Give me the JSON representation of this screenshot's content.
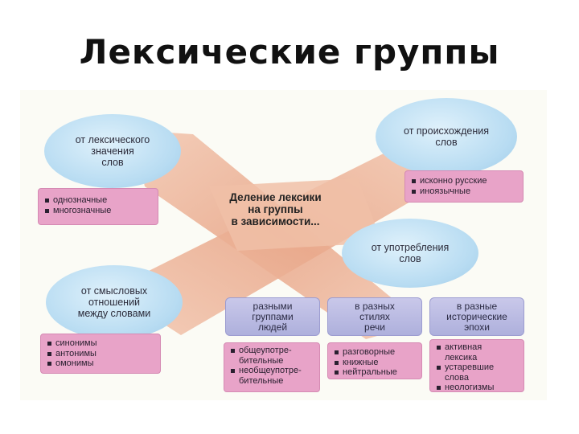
{
  "title": "Лексические группы",
  "diagram": {
    "center": [
      "Деление лексики",
      "на группы",
      "в зависимости..."
    ],
    "meaning": {
      "oval": [
        "от лексического",
        "значения",
        "слов"
      ],
      "items": [
        "однозначные",
        "многозначные"
      ]
    },
    "origin": {
      "oval": [
        "от происхождения",
        "слов"
      ],
      "items": [
        "исконно русские",
        "иноязычные"
      ]
    },
    "relations": {
      "oval": [
        "от смысловых",
        "отношений",
        "между словами"
      ],
      "items": [
        "синонимы",
        "антонимы",
        "омонимы"
      ]
    },
    "usage": {
      "oval": [
        "от употребления",
        "слов"
      ],
      "groups": [
        {
          "label": [
            "разными",
            "группами",
            "людей"
          ],
          "items": [
            "общеупотре-",
            "бительные",
            "необщеупотре-",
            "бительные"
          ]
        },
        {
          "label": [
            "в разных",
            "стилях",
            "речи"
          ],
          "items": [
            "разговорные",
            "книжные",
            "нейтральные"
          ]
        },
        {
          "label": [
            "в разные",
            "исторические",
            "эпохи"
          ],
          "items": [
            "активная",
            "лексика",
            "устаревшие",
            "слова",
            "неологизмы"
          ]
        }
      ]
    }
  },
  "colors": {
    "oval": "#b8dcf2",
    "list": "#e8a3c8",
    "category": "#bcbce3",
    "cross": "#eab59c"
  }
}
